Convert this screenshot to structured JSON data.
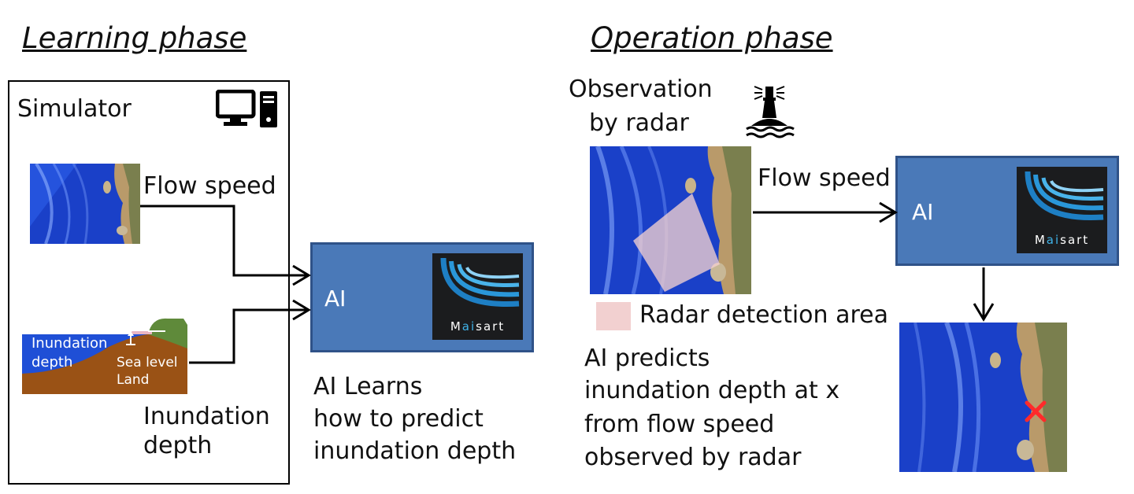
{
  "learning": {
    "title": "Learning phase",
    "simulator_label": "Simulator",
    "flow_speed_label": "Flow speed",
    "inundation_label": [
      "Inundation",
      "depth"
    ],
    "cross_section": {
      "inundation_depth": [
        "Inundation",
        "depth"
      ],
      "sea_level": "Sea level",
      "land": "Land"
    },
    "ai_label": "AI",
    "caption": [
      "AI Learns",
      "how to predict",
      "inundation depth"
    ]
  },
  "operation": {
    "title": "Operation phase",
    "observation_label": [
      "Observation",
      "by radar"
    ],
    "flow_speed_label": "Flow speed",
    "ai_label": "AI",
    "legend_label": "Radar detection area",
    "caption": [
      "AI predicts",
      "inundation depth at x",
      "from flow speed",
      "observed by radar"
    ]
  },
  "logo": {
    "pre": "M",
    "hl": "ai",
    "post": "sart"
  },
  "icons": {
    "computer": "desktop-computer-icon",
    "lighthouse": "lighthouse-icon",
    "marker": "x-mark-icon"
  },
  "colors": {
    "ai_box": "#4a79b8",
    "ai_border": "#2f5288",
    "sea": "#1f4fd6",
    "land": "#9a5215",
    "grass": "#5f8a3a",
    "radar_area": "#f2d0d0",
    "marker": "#ff2a2a"
  }
}
